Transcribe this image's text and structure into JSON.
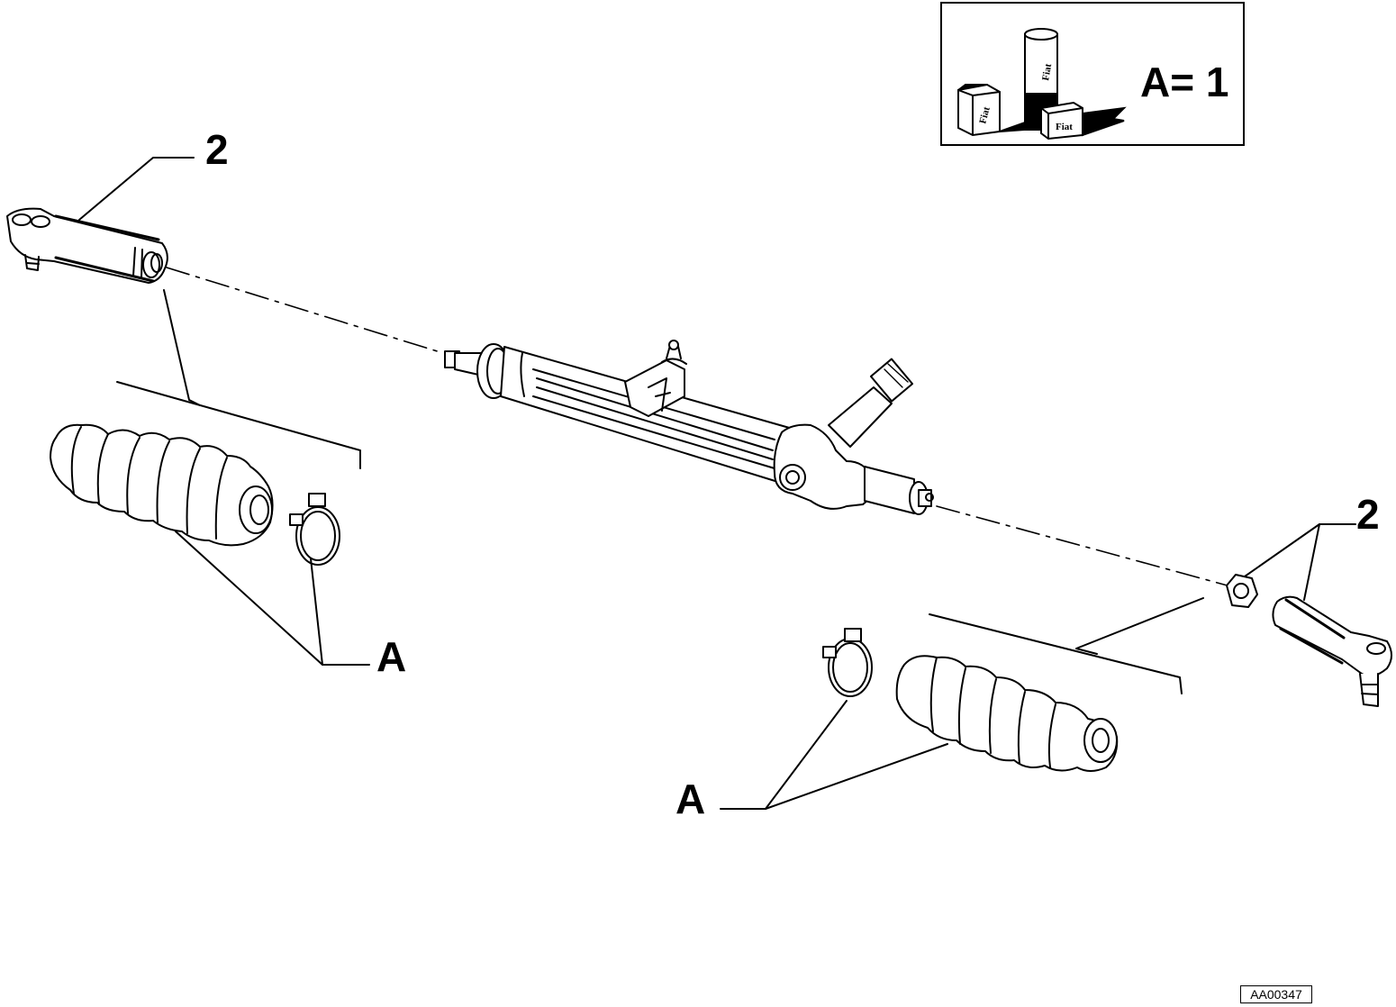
{
  "legend": {
    "brand_text": "Fiat",
    "quantity_label": "A= 1"
  },
  "callouts": {
    "tie_rod_end_left": "2",
    "tie_rod_end_right": "2",
    "boot_kit_left": "A",
    "boot_kit_right": "A"
  },
  "reference_code": "AA00347"
}
